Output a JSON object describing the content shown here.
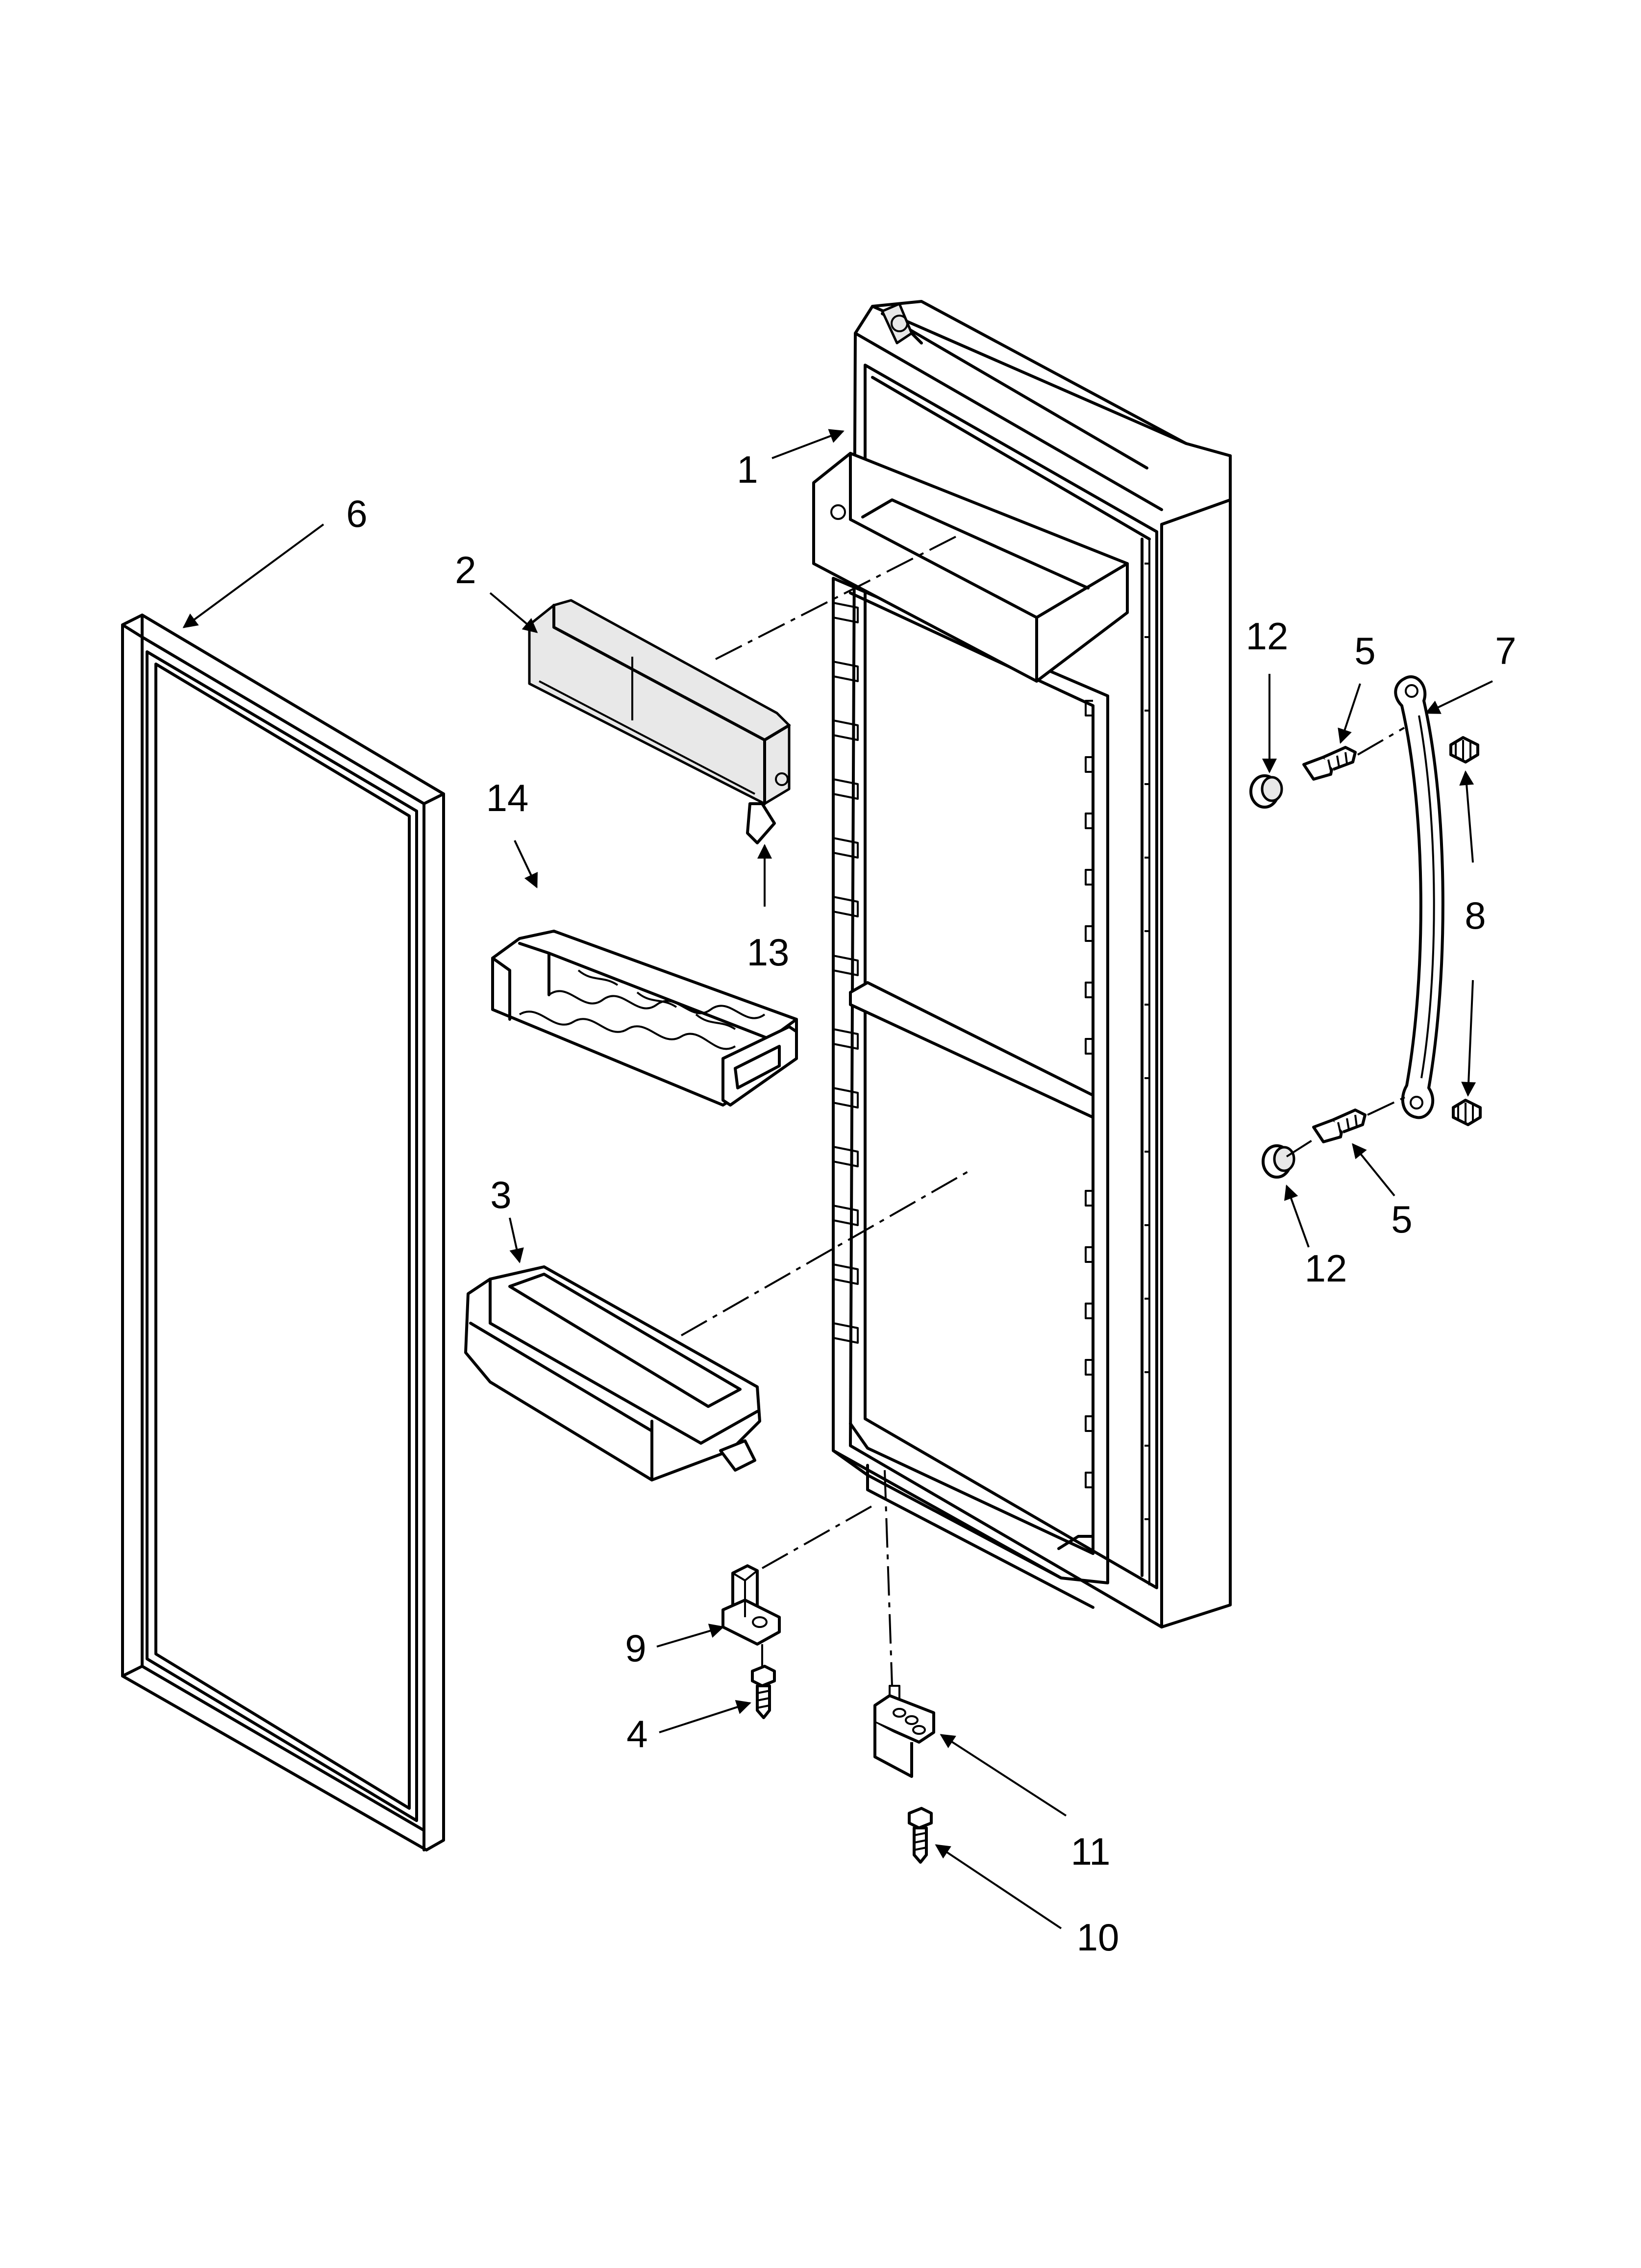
{
  "diagram": {
    "callouts": [
      {
        "id": "door-assembly",
        "label": "1"
      },
      {
        "id": "dairy-door",
        "label": "2"
      },
      {
        "id": "door-bin",
        "label": "3"
      },
      {
        "id": "hinge-screw",
        "label": "4"
      },
      {
        "id": "handle-screw-upper",
        "label": "5"
      },
      {
        "id": "handle-screw-lower",
        "label": "5"
      },
      {
        "id": "door-gasket",
        "label": "6"
      },
      {
        "id": "door-handle",
        "label": "7"
      },
      {
        "id": "plug-button",
        "label": "8"
      },
      {
        "id": "hinge-pin",
        "label": "9"
      },
      {
        "id": "bracket-screw",
        "label": "10"
      },
      {
        "id": "lower-hinge-bracket",
        "label": "11"
      },
      {
        "id": "spacer-upper",
        "label": "12"
      },
      {
        "id": "spacer-lower",
        "label": "12"
      },
      {
        "id": "dairy-door-pivot",
        "label": "13"
      },
      {
        "id": "egg-tray",
        "label": "14"
      }
    ]
  }
}
